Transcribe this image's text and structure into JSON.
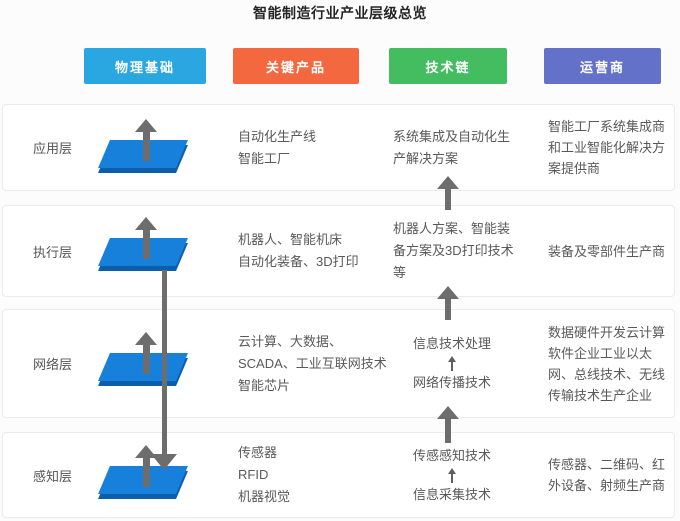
{
  "title": "智能制造行业产业层级总览",
  "columns": [
    {
      "label": "物理基础",
      "color": "#2aa7e1"
    },
    {
      "label": "关键产品",
      "color": "#f3683f"
    },
    {
      "label": "技术链",
      "color": "#44bd61"
    },
    {
      "label": "运营商",
      "color": "#6471c9"
    }
  ],
  "rows": [
    {
      "layer": "应用层",
      "key_products": "自动化生产线\n智能工厂",
      "tech_chain": "系统集成及自动化生产解决方案",
      "operator": "智能工厂系统集成商和工业智能化解决方案提供商"
    },
    {
      "layer": "执行层",
      "key_products": "机器人、智能机床\n自动化装备、3D打印",
      "tech_chain": "机器人方案、智能装备方案及3D打印技术等",
      "operator": "装备及零部件生产商"
    },
    {
      "layer": "网络层",
      "key_products": "云计算、大数据、\nSCADA、工业互联网技术\n智能芯片",
      "tech_chain_top": "信息技术处理",
      "tech_chain_bottom": "网络传播技术",
      "operator": "数据硬件开发云计算软件企业工业以太网、总线技术、无线传输技术生产企业"
    },
    {
      "layer": "感知层",
      "key_products": "传感器\nRFID\n机器视觉",
      "tech_chain_top": "传感感知技术",
      "tech_chain_bottom": "信息采集技术",
      "operator": "传感器、二维码、红外设备、射频生产商"
    }
  ],
  "colors": {
    "slab": "#1680db",
    "slab_edge": "#0c5ead",
    "arrow": "#6d6d6d",
    "mini_arrow": "#5f5f5f",
    "text": "#595959",
    "card_border": "#ebebeb",
    "card_bg": "#ffffff",
    "page_bg": "#fcfcfc",
    "title_color": "#262626"
  }
}
